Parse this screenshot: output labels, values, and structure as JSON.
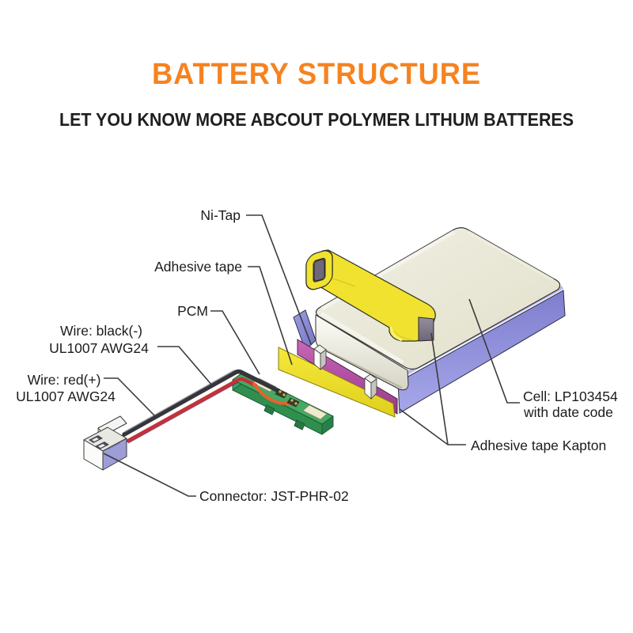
{
  "header": {
    "title": "BATTERY STRUCTURE",
    "subtitle": "LET YOU KNOW MORE ABCOUT POLYMER LITHUM BATTERES"
  },
  "diagram": {
    "callouts": {
      "ni_tap": "Ni-Tap",
      "adhesive_tape": "Adhesive tape",
      "pcm": "PCM",
      "wire_black_line1": "Wire: black(-)",
      "wire_black_line2": "UL1007 AWG24",
      "wire_red_line1": "Wire: red(+)",
      "wire_red_line2": "UL1007 AWG24",
      "cell_line1": "Cell: LP103454",
      "cell_line2": "with date code",
      "kapton": "Adhesive tape Kapton",
      "connector": "Connector: JST-PHR-02"
    },
    "colors": {
      "title_orange": "#F6831F",
      "text_dark": "#1C1C1C",
      "leader_line": "#3B3B3B",
      "kapton_purple": "#8F8FD9",
      "tape_yellow": "#F0E22F",
      "front_tape_magenta": "#B14FA3",
      "cell_cream": "#E9E7D6",
      "pcm_green": "#46A862",
      "wire_black": "#35353C",
      "wire_red": "#C63038",
      "connector_lavender": "#9D9DD8"
    }
  }
}
